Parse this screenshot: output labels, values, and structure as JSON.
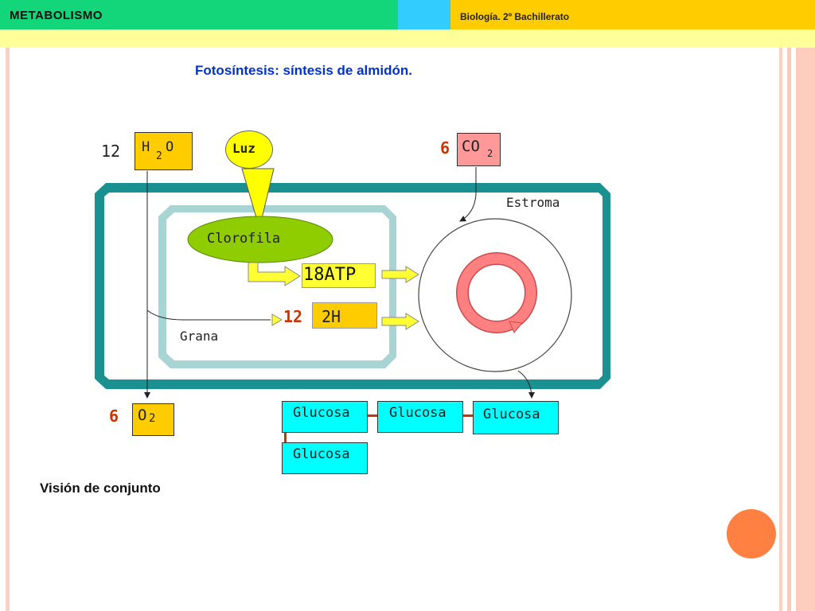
{
  "header": {
    "left_title": "METABOLISMO",
    "right_title": "Biología. 2º Bachillerato"
  },
  "title": "Fotosíntesis: síntesis de almidón.",
  "caption": "Visión de conjunto",
  "diagram": {
    "h2o": {
      "coef": "12",
      "h": "H",
      "sub": "2",
      "o": "O"
    },
    "luz": "Luz",
    "co2": {
      "coef": "6",
      "label": "CO",
      "sub": "2"
    },
    "estroma": "Estroma",
    "clorofila": "Clorofila",
    "atp": "18ATP",
    "h2": {
      "coef": "12",
      "label": "2H"
    },
    "grana": "Grana",
    "o2": {
      "coef": "6",
      "label": "O",
      "sub": "2"
    },
    "glucose": [
      "Glucosa",
      "Glucosa",
      "Glucosa",
      "Glucosa"
    ]
  },
  "colors": {
    "header_green": "#13d67a",
    "header_cyan": "#33ccff",
    "header_yellow": "#ffcc00",
    "chloroplast_border": "#1a9090",
    "grana_border": "#a8d4d4",
    "molecule_box": "#ffcc00",
    "co2_box": "#ff9999",
    "clorofila": "#8fcc00",
    "glucose_box": "#00ffff",
    "cycle_ring": "#ff8080",
    "accent_dot": "#ff8040"
  }
}
